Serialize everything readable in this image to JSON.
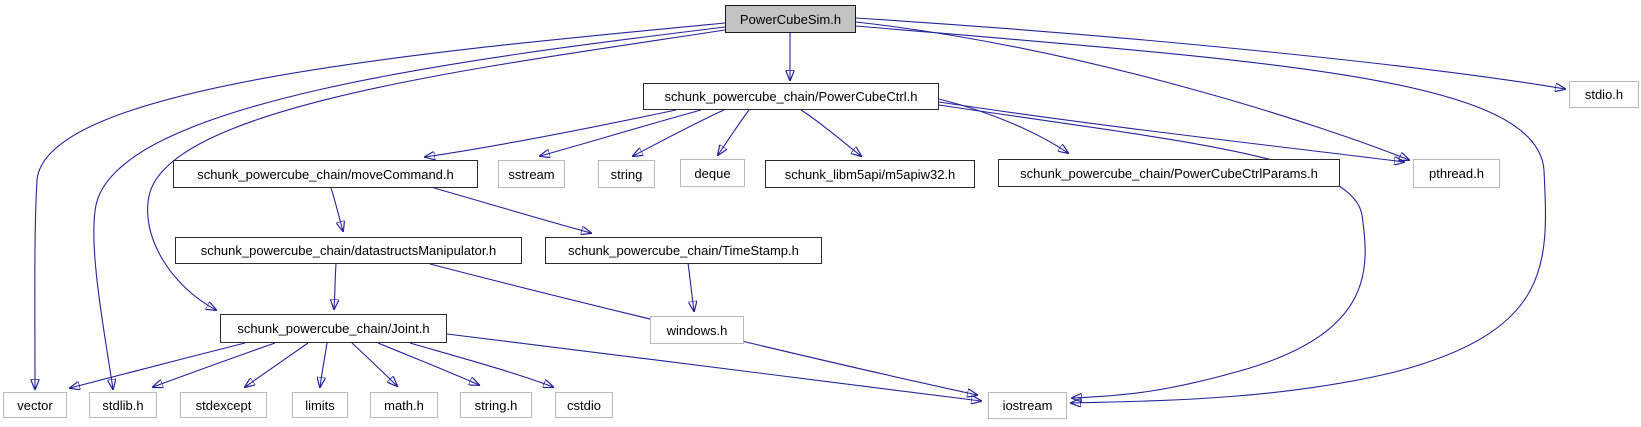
{
  "diagram": {
    "type": "include-dependency-graph",
    "root": "PowerCubeSim.h",
    "colors": {
      "edge": "#24249a",
      "current_node_fill": "#c3c3c3",
      "internal_node_border": "#2a2a2a",
      "system_node_border": "#b9b9b9",
      "node_fill": "#ffffff",
      "text": "#000000"
    },
    "nodes": {
      "power_cube_sim": {
        "label": "PowerCubeSim.h",
        "kind": "current"
      },
      "power_cube_ctrl": {
        "label": "schunk_powercube_chain/PowerCubeCtrl.h",
        "kind": "internal"
      },
      "stdio": {
        "label": "stdio.h",
        "kind": "system"
      },
      "move_command": {
        "label": "schunk_powercube_chain/moveCommand.h",
        "kind": "internal"
      },
      "sstream": {
        "label": "sstream",
        "kind": "system"
      },
      "string": {
        "label": "string",
        "kind": "system"
      },
      "deque": {
        "label": "deque",
        "kind": "system"
      },
      "m5api": {
        "label": "schunk_libm5api/m5apiw32.h",
        "kind": "internal"
      },
      "params": {
        "label": "schunk_powercube_chain/PowerCubeCtrlParams.h",
        "kind": "internal"
      },
      "pthread": {
        "label": "pthread.h",
        "kind": "system"
      },
      "datastructs": {
        "label": "schunk_powercube_chain/datastructsManipulator.h",
        "kind": "internal"
      },
      "timestamp": {
        "label": "schunk_powercube_chain/TimeStamp.h",
        "kind": "internal"
      },
      "joint": {
        "label": "schunk_powercube_chain/Joint.h",
        "kind": "internal"
      },
      "windows": {
        "label": "windows.h",
        "kind": "system"
      },
      "vector": {
        "label": "vector",
        "kind": "system"
      },
      "stdlib": {
        "label": "stdlib.h",
        "kind": "system"
      },
      "stdexcept": {
        "label": "stdexcept",
        "kind": "system"
      },
      "limits": {
        "label": "limits",
        "kind": "system"
      },
      "math": {
        "label": "math.h",
        "kind": "system"
      },
      "string_h": {
        "label": "string.h",
        "kind": "system"
      },
      "cstdio": {
        "label": "cstdio",
        "kind": "system"
      },
      "iostream": {
        "label": "iostream",
        "kind": "system"
      }
    },
    "edges": [
      {
        "from": "power_cube_sim",
        "to": "power_cube_ctrl"
      },
      {
        "from": "power_cube_sim",
        "to": "vector"
      },
      {
        "from": "power_cube_sim",
        "to": "stdlib"
      },
      {
        "from": "power_cube_sim",
        "to": "joint"
      },
      {
        "from": "power_cube_sim",
        "to": "stdio"
      },
      {
        "from": "power_cube_sim",
        "to": "pthread"
      },
      {
        "from": "power_cube_sim",
        "to": "iostream"
      },
      {
        "from": "power_cube_ctrl",
        "to": "move_command"
      },
      {
        "from": "power_cube_ctrl",
        "to": "sstream"
      },
      {
        "from": "power_cube_ctrl",
        "to": "string"
      },
      {
        "from": "power_cube_ctrl",
        "to": "deque"
      },
      {
        "from": "power_cube_ctrl",
        "to": "m5api"
      },
      {
        "from": "power_cube_ctrl",
        "to": "params"
      },
      {
        "from": "power_cube_ctrl",
        "to": "pthread"
      },
      {
        "from": "power_cube_ctrl",
        "to": "iostream"
      },
      {
        "from": "move_command",
        "to": "datastructs"
      },
      {
        "from": "move_command",
        "to": "timestamp"
      },
      {
        "from": "datastructs",
        "to": "joint"
      },
      {
        "from": "datastructs",
        "to": "iostream"
      },
      {
        "from": "timestamp",
        "to": "windows"
      },
      {
        "from": "joint",
        "to": "vector"
      },
      {
        "from": "joint",
        "to": "stdlib"
      },
      {
        "from": "joint",
        "to": "stdexcept"
      },
      {
        "from": "joint",
        "to": "limits"
      },
      {
        "from": "joint",
        "to": "math"
      },
      {
        "from": "joint",
        "to": "string_h"
      },
      {
        "from": "joint",
        "to": "cstdio"
      },
      {
        "from": "joint",
        "to": "iostream"
      }
    ]
  }
}
